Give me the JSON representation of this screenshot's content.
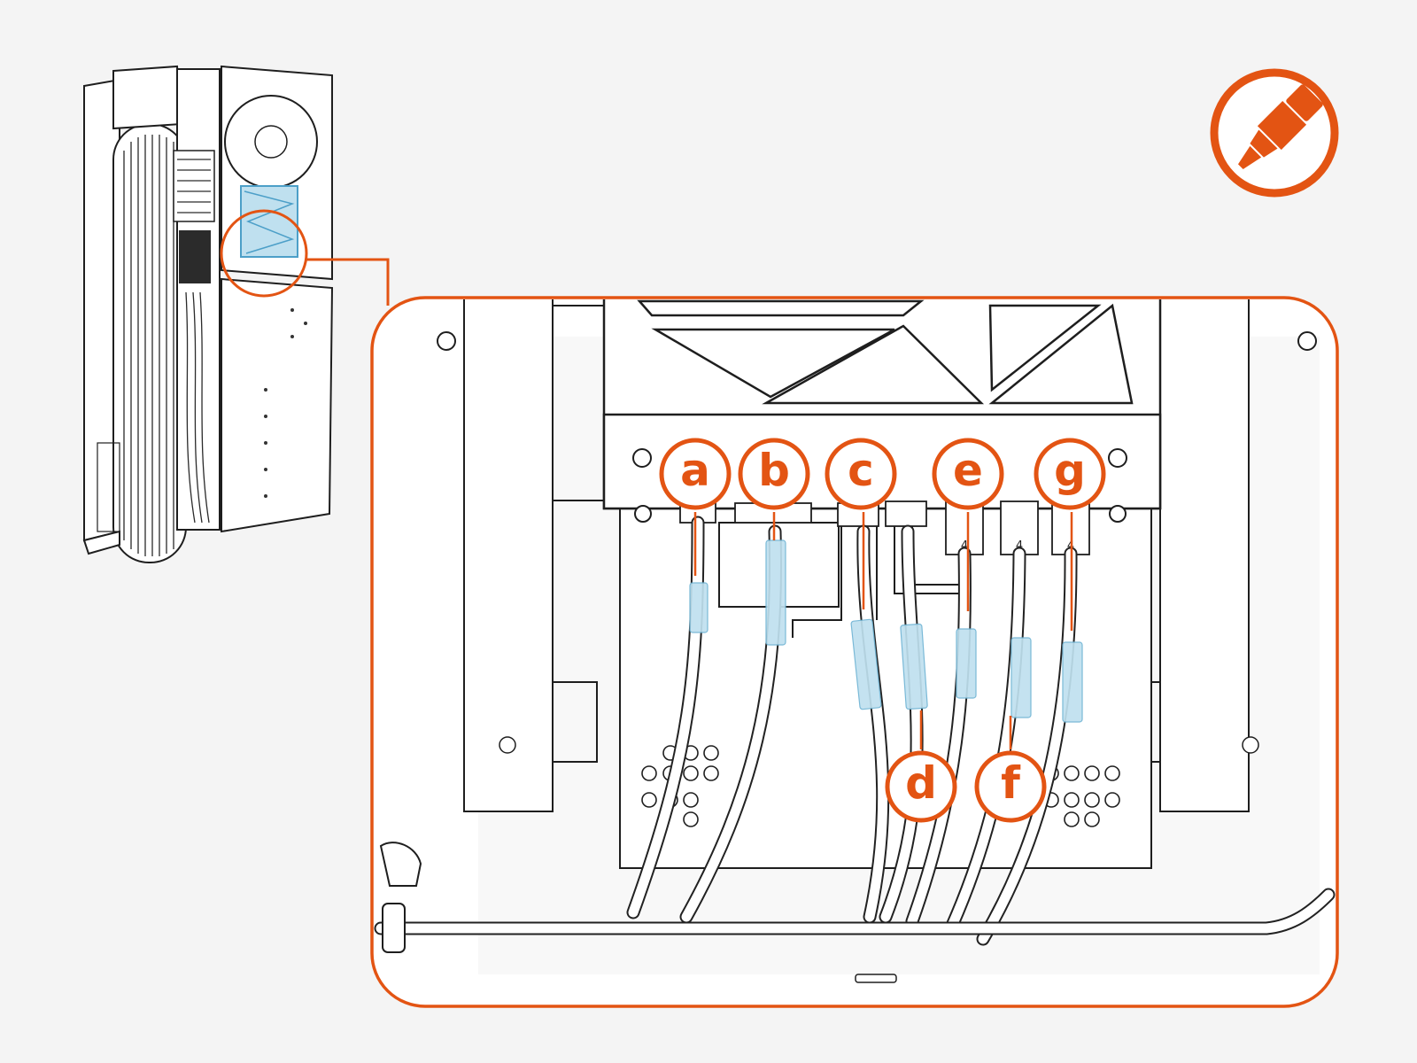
{
  "colors": {
    "accent": "#e35413",
    "highlight": "#bfe0ef",
    "background": "#f4f4f4",
    "line": "#1e1e1e"
  },
  "icons": {
    "corner": "marker-pen-icon"
  },
  "labels": {
    "a": "a",
    "b": "b",
    "c": "c",
    "d": "d",
    "e": "e",
    "f": "f",
    "g": "g"
  },
  "connector_marks": {
    "e": "4",
    "f": "4",
    "g": "4"
  }
}
